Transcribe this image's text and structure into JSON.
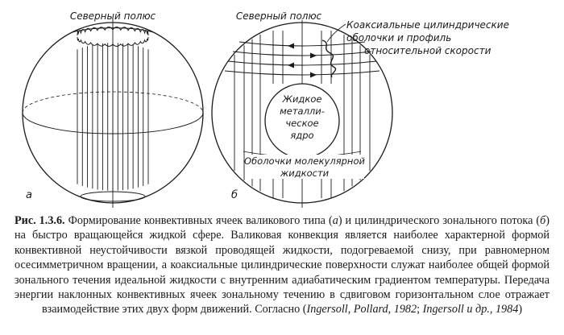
{
  "figure": {
    "panel_a": {
      "label": "а",
      "north_pole": "Северный полюс"
    },
    "panel_b": {
      "label": "б",
      "north_pole": "Северный полюс",
      "shells_annotation": [
        "Коаксиальные цилиндрические",
        "оболочки и профиль",
        "относительной скорости"
      ],
      "core_label": [
        "Жидкое",
        "металли-",
        "ческое",
        "ядро"
      ],
      "molecular_label": [
        "Оболочки молекулярной",
        "жидкости"
      ]
    }
  },
  "caption": {
    "lead": "Рис. 1.3.6.",
    "s1": " Формирование конвективных ячеек валикового типа (",
    "a": "а",
    "s2": ") и цилиндрического зонально­го потока (",
    "b": "б",
    "s3": ") на быстро вращающейся жидкой сфере. Валиковая конвекция является наиболее характерной формой конвективной неустойчивости вязкой проводящей жидкости, подогреваемой снизу, при равномерном осесимметричном вращении, а коаксиальные цилиндрические поверх­ности служат наиболее общей формой зонального течения идеальной жидкости с внутренним адиабатическим градиентом температуры. Передача энергии наклонных конвективных ячеек зо­нальному течению в сдвиговом горизонтальном слое отражает взаимодействие этих двух форм движений. Согласно (",
    "ref1": "Ingersoll, Pollard, 1982",
    "s4": "; ",
    "ref2": "Ingersoll и др., 1984",
    "s5": ")"
  }
}
